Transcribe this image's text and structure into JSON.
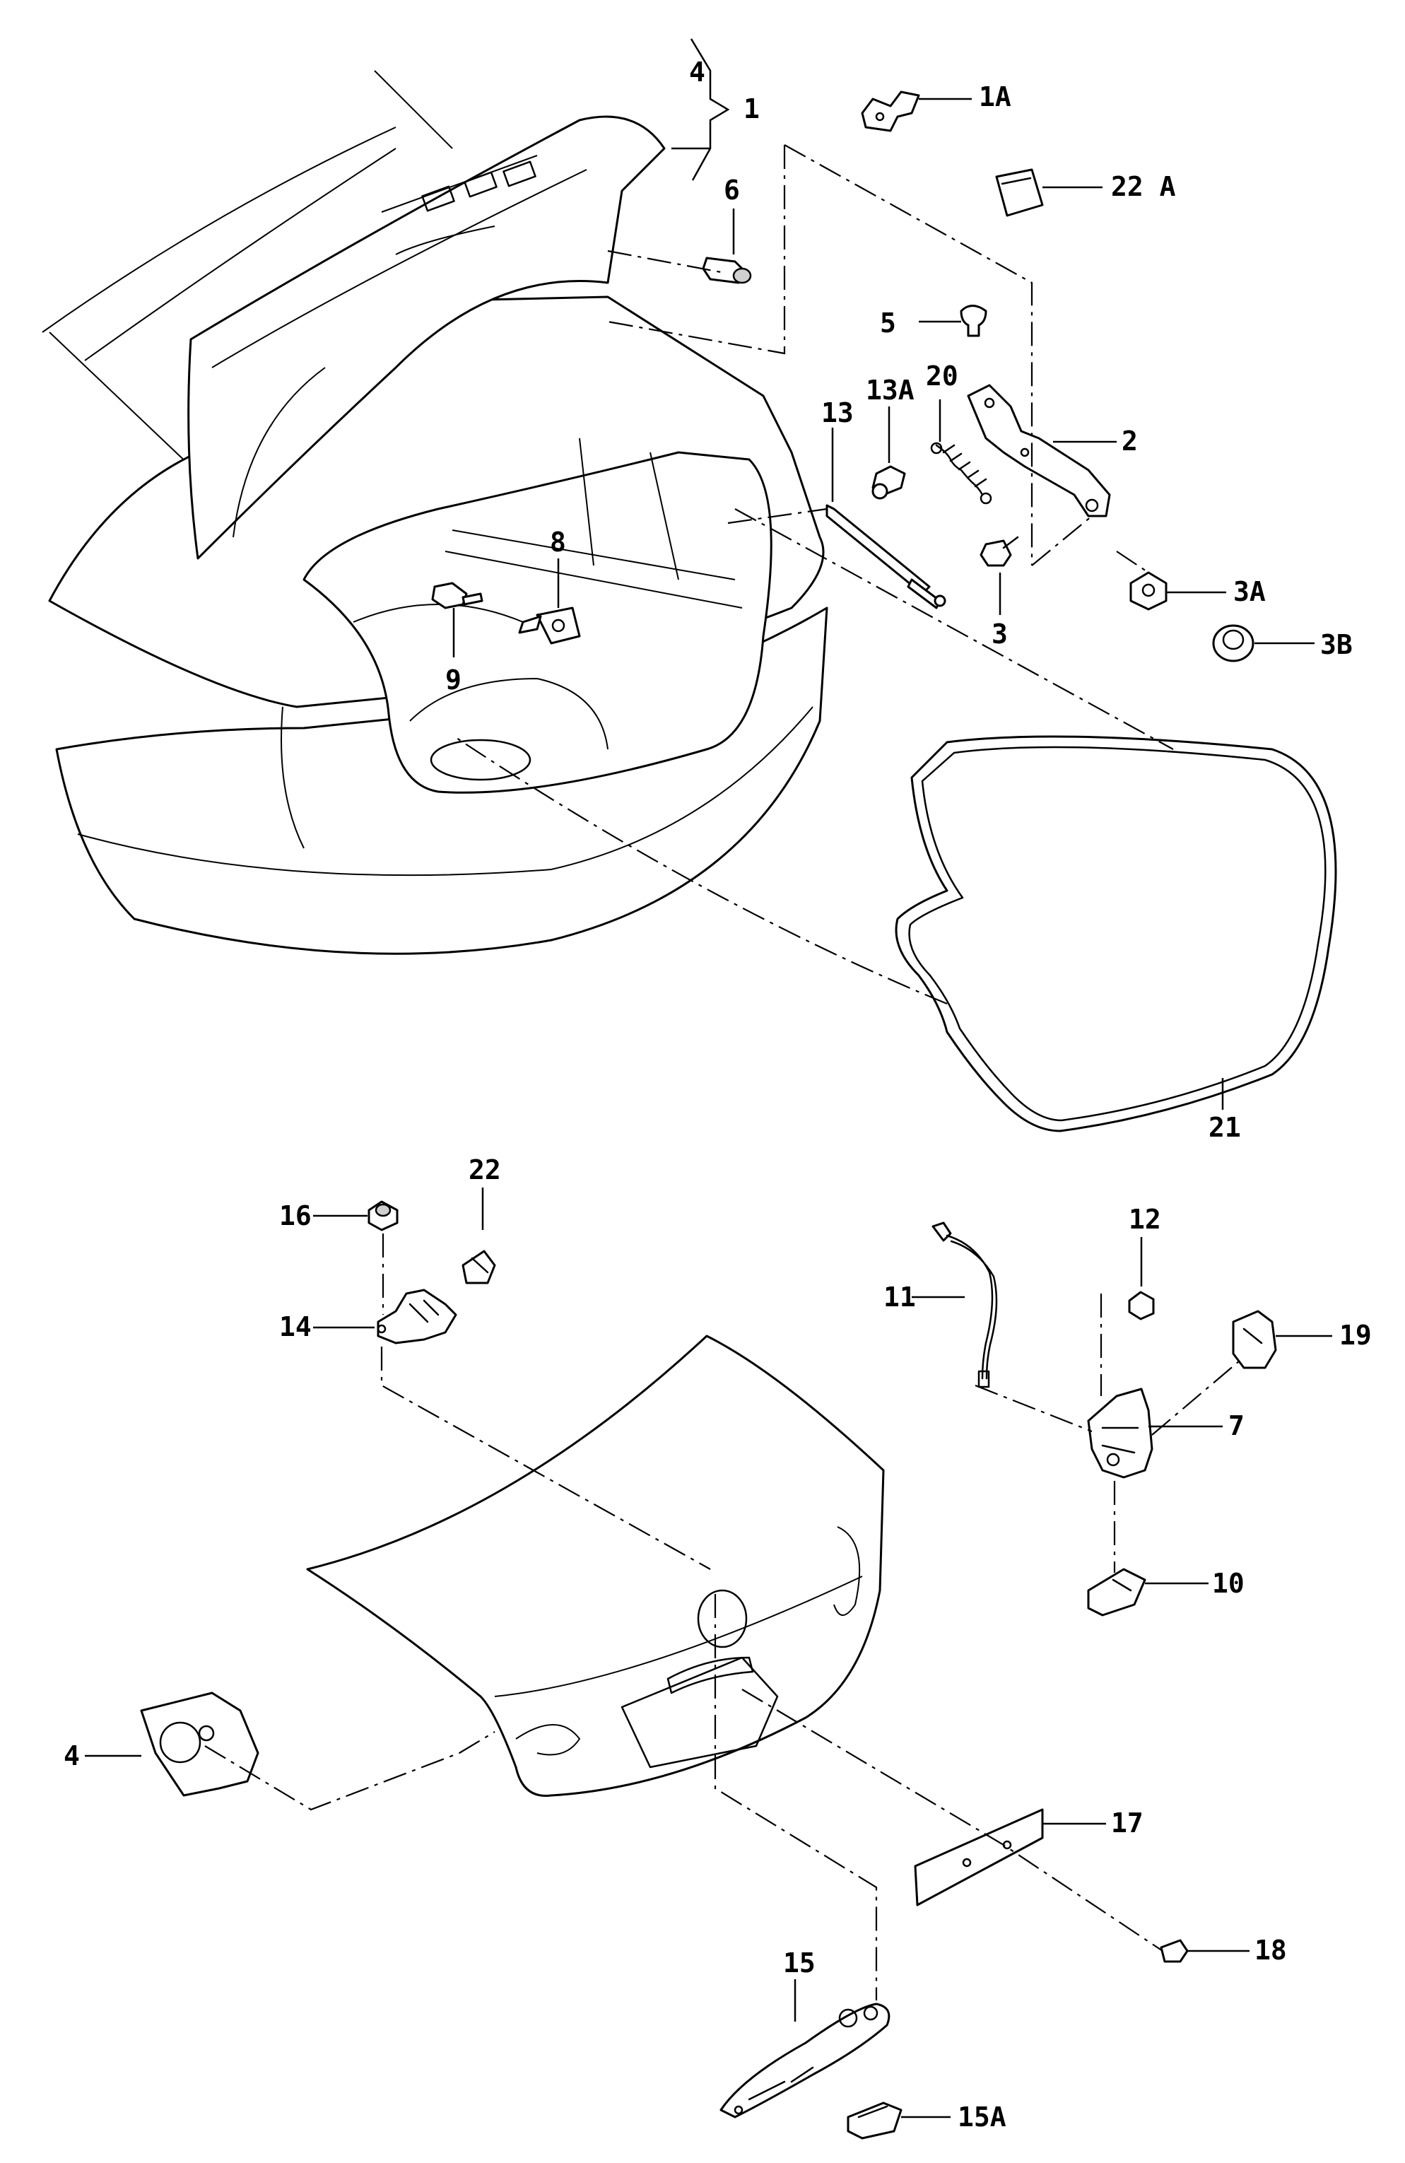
{
  "diagram": {
    "labels": {
      "l1": "1",
      "l4_top": "4",
      "l1A": "1A",
      "l22A": "22 A",
      "l6": "6",
      "l5": "5",
      "l13A": "13A",
      "l20": "20",
      "l13": "13",
      "l2": "2",
      "l8": "8",
      "l3A": "3A",
      "l3": "3",
      "l3B": "3B",
      "l9": "9",
      "l21": "21",
      "l22": "22",
      "l16": "16",
      "l12": "12",
      "l11": "11",
      "l14": "14",
      "l19": "19",
      "l7": "7",
      "l10": "10",
      "l4_bottom": "4",
      "l17": "17",
      "l18": "18",
      "l15": "15",
      "l15A": "15A"
    }
  }
}
